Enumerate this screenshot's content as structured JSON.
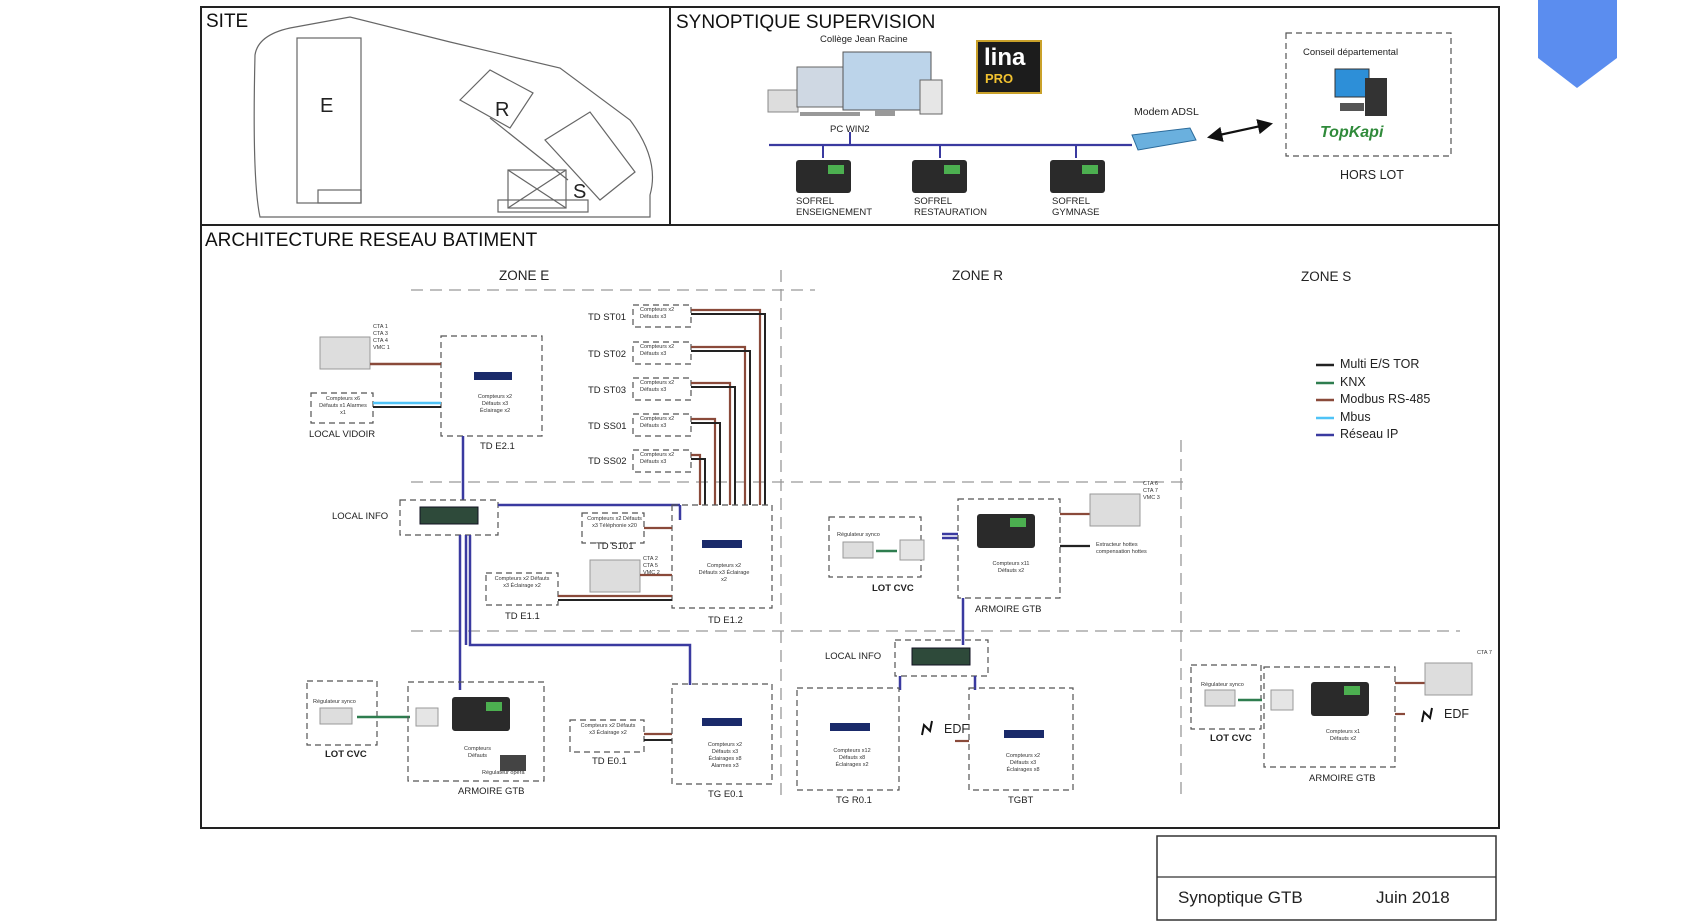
{
  "sections": {
    "site": "SITE",
    "synoptique": "SYNOPTIQUE SUPERVISION",
    "architecture": "ARCHITECTURE RESEAU BATIMENT"
  },
  "site": {
    "buildings": [
      "E",
      "R",
      "S"
    ]
  },
  "supervision": {
    "college": "Collège Jean Racine",
    "pc": "PC WIN2",
    "logo_top": "lina",
    "logo_bottom": "PRO",
    "modem": "Modem ADSL",
    "conseil": "Conseil départemental",
    "topkapi": "TopKapi",
    "hors_lot": "HORS LOT",
    "sofrel": [
      {
        "line1": "SOFREL",
        "line2": "ENSEIGNEMENT"
      },
      {
        "line1": "SOFREL",
        "line2": "RESTAURATION"
      },
      {
        "line1": "SOFREL",
        "line2": "GYMNASE"
      }
    ]
  },
  "zones": [
    "ZONE E",
    "ZONE R",
    "ZONE S"
  ],
  "legend": [
    {
      "label": "Multi E/S TOR",
      "color": "#222222"
    },
    {
      "label": "KNX",
      "color": "#2e7d4f"
    },
    {
      "label": "Modbus RS-485",
      "color": "#8a4a3a"
    },
    {
      "label": "Mbus",
      "color": "#4fc3f7"
    },
    {
      "label": "Réseau IP",
      "color": "#3a3aa0"
    }
  ],
  "zone_e": {
    "local_vidoir": "LOCAL VIDOIR",
    "vidoir_box": "Compteurs x6 Défauts x1 Alarmes x1",
    "cta_top": "CTA 1 CTA 3 CTA 4 VMC 1",
    "td_e21": "TD E2.1",
    "td_e21_box": "Compteurs x2 Défauts x3 Éclairage x2",
    "td_st": [
      "TD ST01",
      "TD ST02",
      "TD ST03",
      "TD SS01",
      "TD SS02"
    ],
    "td_st_box": "Compteurs x2 Défauts x3",
    "local_info": "LOCAL INFO",
    "td_s101": "TD S101",
    "td_s101_box": "Compteurs x2 Défauts x3 Téléphonie x20",
    "cta_mid": "CTA 2 CTA 5 VMC 2",
    "td_e11": "TD E1.1",
    "td_e11_box": "Compteurs x2 Défauts x3 Éclairage x2",
    "td_e12": "TD E1.2",
    "td_e12_box": "Compteurs x2 Défauts x3 Éclairage x2",
    "reg_synco": "Régulateur synco",
    "lot_cvc": "LOT CVC",
    "armoire": "ARMOIRE GTB",
    "armoire_box": "Compteurs Défauts",
    "reg_opera": "Régulateur opera",
    "td_e01": "TD E0.1",
    "td_e01_box": "Compteurs x2 Défauts x3 Éclairage x2",
    "tg_e01": "TG E0.1",
    "tg_e01_box": "Compteurs x2 Défauts x3 Éclairages x8 Alarmes x3"
  },
  "zone_r": {
    "reg_synco": "Régulateur synco",
    "lot_cvc": "LOT CVC",
    "armoire": "ARMOIRE GTB",
    "armoire_box": "Compteurs x11 Défauts x2",
    "cta": "CTA 6 CTA 7 VMC 3",
    "extracteur": "Extracteur hottes compensation hottes",
    "local_info": "LOCAL INFO",
    "edf": "EDF",
    "tg_r01": "TG R0.1",
    "tg_r01_box": "Compteurs x12 Défauts x8 Éclairages x2",
    "tgbt": "TGBT",
    "tgbt_box": "Compteurs x2 Défauts x3 Éclairages x8"
  },
  "zone_s": {
    "reg_synco": "Régulateur synco",
    "lot_cvc": "LOT CVC",
    "armoire": "ARMOIRE GTB",
    "armoire_box": "Compteurs x1 Défauts x2",
    "cta": "CTA 7",
    "edf": "EDF"
  },
  "title_block": {
    "name": "Synoptique GTB",
    "date": "Juin 2018"
  }
}
